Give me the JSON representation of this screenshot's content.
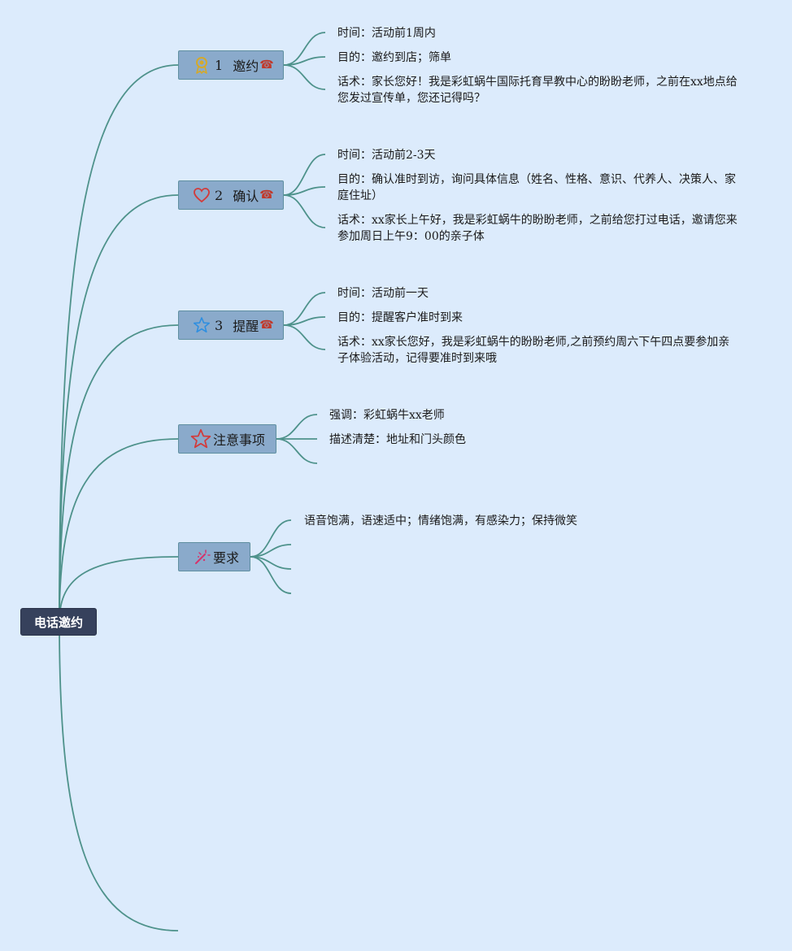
{
  "root": {
    "label": "电话邀约"
  },
  "topics": [
    {
      "num": "1",
      "label": "邀约",
      "phone": "☎",
      "icon": "award-ribbon-icon",
      "icon_color": "#d4a92c",
      "leaves": [
        "时间：活动前1周内",
        "目的：邀约到店；筛单",
        "话术：家长您好！我是彩虹蜗牛国际托育早教中心的盼盼老师，之前在xx地点给您发过宣传单，您还记得吗？"
      ]
    },
    {
      "num": "2",
      "label": "确认",
      "phone": "☎",
      "icon": "heart-icon",
      "icon_color": "#d23b3b",
      "leaves": [
        "时间：活动前2-3天",
        "目的：确认准时到访，询问具体信息（姓名、性格、意识、代养人、决策人、家庭住址）",
        "话术：xx家长上午好，我是彩虹蜗牛的盼盼老师，之前给您打过电话，邀请您来参加周日上午9：00的亲子体"
      ]
    },
    {
      "num": "3",
      "label": "提醒",
      "phone": "☎",
      "icon": "star-outline-blue-icon",
      "icon_color": "#2f8fe0",
      "leaves": [
        "时间：活动前一天",
        "目的：提醒客户准时到来",
        "话术：xx家长您好，我是彩虹蜗牛的盼盼老师,之前预约周六下午四点要参加亲子体验活动，记得要准时到来哦"
      ]
    },
    {
      "num": "",
      "label": "注意事项",
      "phone": "",
      "icon": "star-outline-red-icon",
      "icon_color": "#d23b3b",
      "leaves": [
        "强调：彩虹蜗牛xx老师",
        "描述清楚：地址和门头颜色"
      ]
    },
    {
      "num": "",
      "label": "要求",
      "phone": "",
      "icon": "magic-wand-icon",
      "icon_color": "#d6336c",
      "leaves": [
        "语音饱满，语速适中；情绪饱满，有感染力；保持微笑"
      ]
    }
  ],
  "colors": {
    "background": "#dcebfc",
    "connector": "#4e928b",
    "root_fill": "#36415c",
    "topic_fill": "#8aaacb"
  }
}
